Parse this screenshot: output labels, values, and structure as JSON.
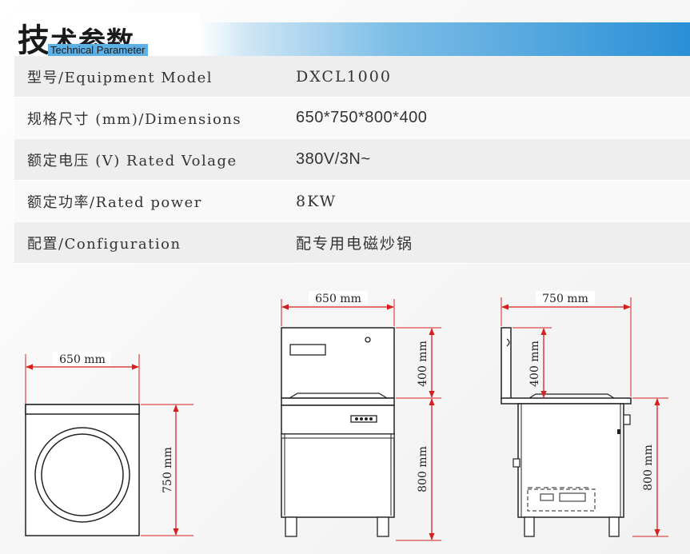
{
  "header": {
    "title_char1": "技",
    "title_rest": "术参数",
    "subtitle": "Technical Parameter"
  },
  "params": [
    {
      "label": "型号/Equipment Model",
      "value": "DXCL1000"
    },
    {
      "label": "规格尺寸 (mm)/Dimensions",
      "value": "650*750*800*400"
    },
    {
      "label": "额定电压 (V) Rated Volage",
      "value": "380V/3N~"
    },
    {
      "label": "额定功率/Rated power",
      "value": "8KW"
    },
    {
      "label": "配置/Configuration",
      "value": "配专用电磁炒锅"
    }
  ],
  "drawings": {
    "top_view": {
      "width_label": "650 mm",
      "depth_label": "750 mm"
    },
    "front_view": {
      "width_label": "650 mm",
      "upper_height_label": "400 mm",
      "lower_height_label": "800 mm"
    },
    "side_view": {
      "width_label": "750 mm",
      "upper_height_label": "400 mm",
      "lower_height_label": "800 mm"
    }
  },
  "colors": {
    "accent": "#2a8fd6",
    "dimension": "#d62020"
  }
}
